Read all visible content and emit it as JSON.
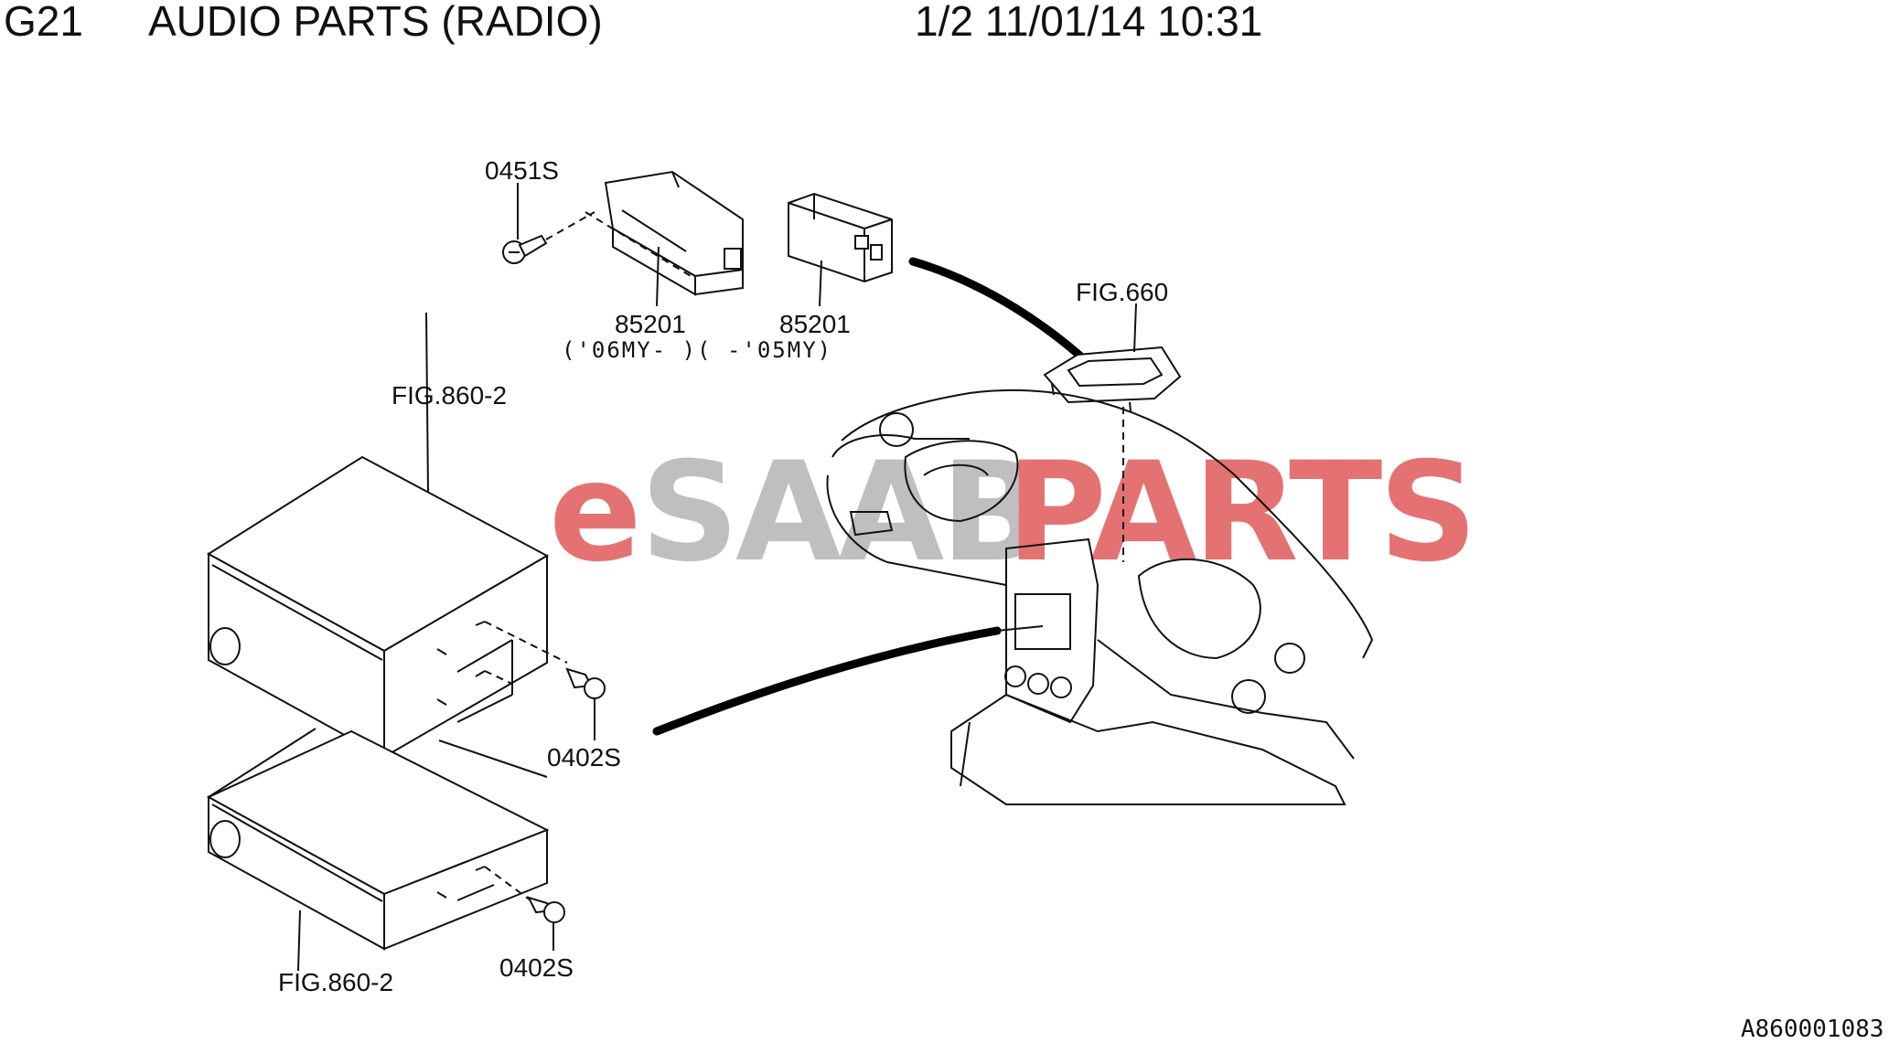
{
  "header": {
    "code": "G21",
    "title": "AUDIO PARTS (RADIO)",
    "page_info": "1/2 11/01/14 10:31"
  },
  "watermark": {
    "text_e": "e",
    "text_saab": "SAAB",
    "text_parts": "PARTS",
    "color_red": "#e05a5a",
    "color_grey": "#b4b4b4"
  },
  "labels": {
    "screw_top": "0451S",
    "part_85201_a": "85201",
    "part_85201_b": "85201",
    "model_years": "('06MY- )( -'05MY)",
    "fig_660": "FIG.660",
    "fig_860_top": "FIG.860-2",
    "fig_860_bottom": "FIG.860-2",
    "screw_mid": "0402S",
    "screw_bottom": "0402S"
  },
  "footer": {
    "drawing_code": "A860001083"
  }
}
